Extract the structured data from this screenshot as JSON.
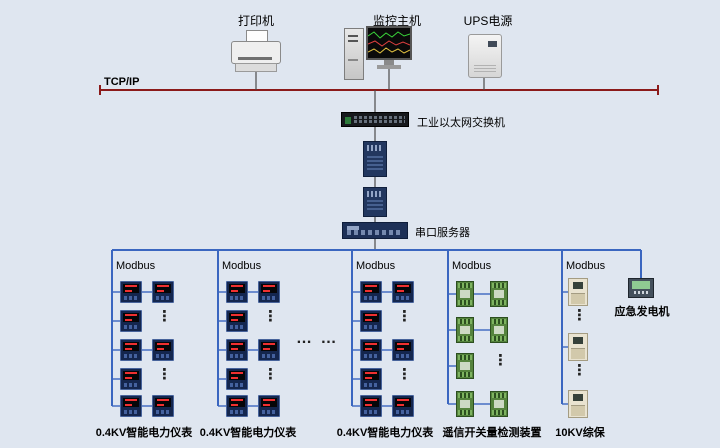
{
  "colors": {
    "page_bg": "#dfe6f0",
    "tcp_bus": "#8b1a1a",
    "modbus_bus": "#3a66c0",
    "connector": "#4a4a4a"
  },
  "top_devices": {
    "printer_label": "打印机",
    "host_label": "监控主机",
    "ups_label": "UPS电源"
  },
  "network": {
    "tcp_label": "TCP/IP",
    "switch_label": "工业以太网交换机",
    "serial_server_label": "串口服务器"
  },
  "groups": [
    {
      "bus_label": "Modbus",
      "caption": "0.4KV智能电力仪表"
    },
    {
      "bus_label": "Modbus",
      "caption": "0.4KV智能电力仪表"
    },
    {
      "bus_label": "Modbus",
      "caption": "0.4KV智能电力仪表"
    },
    {
      "bus_label": "Modbus",
      "caption": "遥信开关量检测装置"
    },
    {
      "bus_label": "Modbus",
      "caption": "10KV综保"
    }
  ],
  "generator_label": "应急发电机",
  "ellipsis": {
    "horizontal": "… …",
    "vertical": "⋮"
  }
}
